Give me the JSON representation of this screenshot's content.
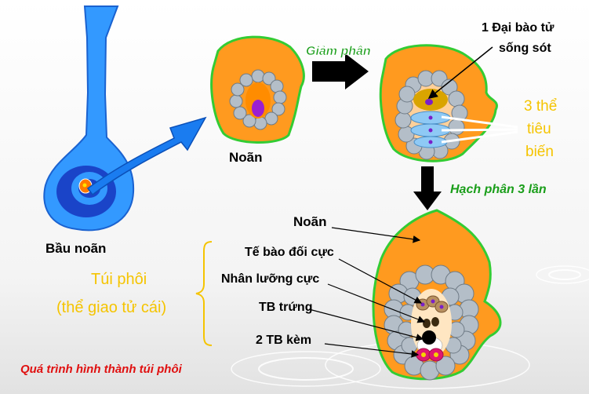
{
  "labels": {
    "ovary": "Bầu noãn",
    "ovule_top": "Noãn",
    "meiosis": "Giảm phân",
    "survivor_line1": "1 Đại bào tử",
    "survivor_line2": "sống sót",
    "degenerate_line1": "3 thể",
    "degenerate_line2": "tiêu",
    "degenerate_line3": "biến",
    "mitosis": "Hạch phân 3 lần",
    "ovule_bottom": "Noãn",
    "antipodal": "Tế bào đối cực",
    "polar_nuclei": "Nhân lưỡng cực",
    "egg_cell": "TB trứng",
    "synergids": "2 TB kèm",
    "sac_line1": "Túi phôi",
    "sac_line2": "(thể giao tử cái)",
    "caption": "Quá trình hình thành túi phôi"
  },
  "colors": {
    "ovule_orange": "#ff9a1f",
    "ovule_outline": "#33cc33",
    "pistil_blue": "#3399ff",
    "pistil_dark": "#1a44c8",
    "cell_gray": "#b4bec8",
    "nucleus_purple": "#9b1fd0",
    "label_yellow": "#f5c400",
    "green_text": "#1a9e1a",
    "caption_red": "#e01010"
  }
}
